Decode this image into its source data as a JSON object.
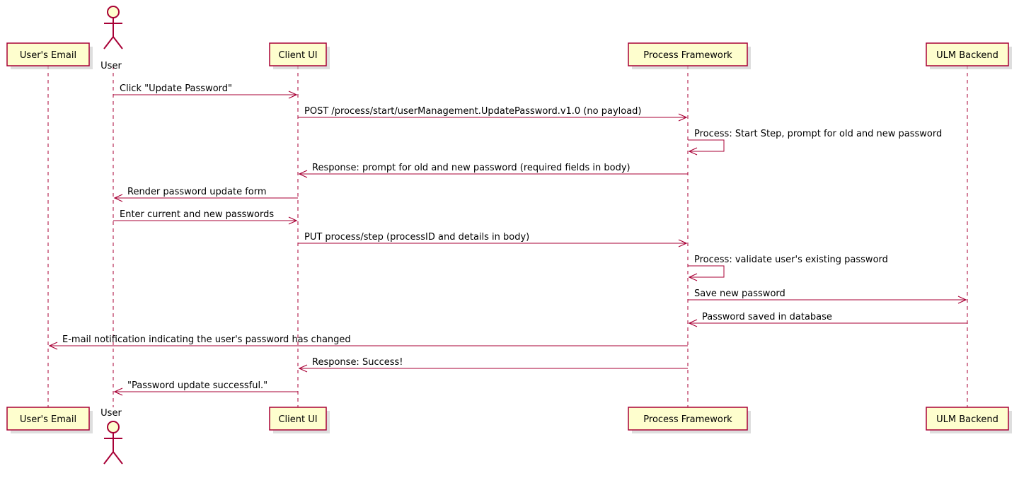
{
  "participants": [
    {
      "id": "email",
      "label": "User's Email",
      "kind": "box"
    },
    {
      "id": "user",
      "label": "User",
      "kind": "actor"
    },
    {
      "id": "client",
      "label": "Client UI",
      "kind": "box"
    },
    {
      "id": "pf",
      "label": "Process Framework",
      "kind": "box"
    },
    {
      "id": "ulm",
      "label": "ULM Backend",
      "kind": "box"
    }
  ],
  "messages": [
    {
      "from": "user",
      "to": "client",
      "label": "Click \"Update Password\""
    },
    {
      "from": "client",
      "to": "pf",
      "label": "POST /process/start/userManagement.UpdatePassword.v1.0 (no payload)"
    },
    {
      "from": "pf",
      "to": "pf",
      "label": "Process: Start Step, prompt for old and new password"
    },
    {
      "from": "pf",
      "to": "client",
      "label": "Response: prompt for old and new password (required fields in body)"
    },
    {
      "from": "client",
      "to": "user",
      "label": "Render password update form"
    },
    {
      "from": "user",
      "to": "client",
      "label": "Enter current and new passwords"
    },
    {
      "from": "client",
      "to": "pf",
      "label": "PUT process/step (processID and details in body)"
    },
    {
      "from": "pf",
      "to": "pf",
      "label": "Process: validate user's existing password"
    },
    {
      "from": "pf",
      "to": "ulm",
      "label": "Save new password"
    },
    {
      "from": "ulm",
      "to": "pf",
      "label": "Password saved in database"
    },
    {
      "from": "pf",
      "to": "email",
      "label": "E-mail notification indicating the user's password has changed"
    },
    {
      "from": "pf",
      "to": "client",
      "label": "Response: Success!"
    },
    {
      "from": "client",
      "to": "user",
      "label": "\"Password update successful.\""
    }
  ],
  "colors": {
    "participant_fill": "#FEFECE",
    "line": "#A80036",
    "background": "#FFFFFF"
  }
}
